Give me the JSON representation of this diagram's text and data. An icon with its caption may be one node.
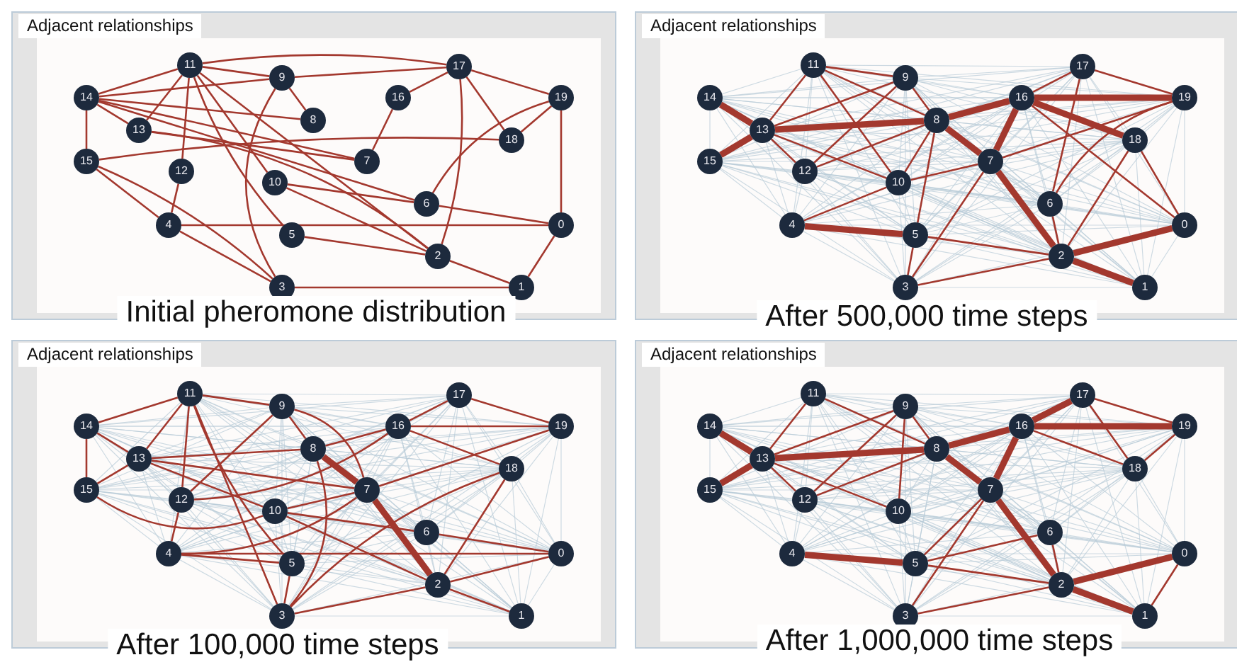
{
  "diagram": {
    "nodes": [
      {
        "text": [
          "Adjacent relationships"
        ],
        "beside": [
          "Initial pheromone distribution"
        ]
      },
      {
        "text": [
          "0"
        ],
        "in": 0
      },
      {
        "text": [
          "1"
        ],
        "in": 0
      },
      {
        "text": [
          "2"
        ],
        "in": 0
      },
      {
        "text": [
          "3"
        ],
        "in": 0
      },
      {
        "text": [
          "4"
        ],
        "in": 0
      },
      {
        "text": [
          "5"
        ],
        "in": 0
      },
      {
        "text": [
          "6"
        ],
        "in": 0
      },
      {
        "text": [
          "7"
        ],
        "in": 0
      },
      {
        "text": [
          "8"
        ],
        "in": 0
      },
      {
        "text": [
          "9"
        ],
        "in": 0
      },
      {
        "text": [
          "10"
        ],
        "in": 0
      },
      {
        "text": [
          "11"
        ],
        "in": 0
      },
      {
        "text": [
          "12"
        ],
        "in": 0
      },
      {
        "text": [
          "13"
        ],
        "in": 0
      },
      {
        "text": [
          "14"
        ],
        "in": 0
      },
      {
        "text": [
          "15"
        ],
        "in": 0
      },
      {
        "text": [
          "16"
        ],
        "in": 0
      },
      {
        "text": [
          "17"
        ],
        "in": 0
      },
      {
        "text": [
          "18"
        ],
        "in": 0
      },
      {
        "text": [
          "19"
        ],
        "in": 0
      },
      {
        "text": [
          "Adjacent relationships"
        ],
        "beside": [
          "After 500,000 time steps"
        ]
      },
      {
        "text": [
          "0"
        ],
        "in": 21
      },
      {
        "text": [
          "1"
        ],
        "in": 21
      },
      {
        "text": [
          "2"
        ],
        "in": 21
      },
      {
        "text": [
          "3"
        ],
        "in": 21
      },
      {
        "text": [
          "4"
        ],
        "in": 21
      },
      {
        "text": [
          "5"
        ],
        "in": 21
      },
      {
        "text": [
          "6"
        ],
        "in": 21
      },
      {
        "text": [
          "7"
        ],
        "in": 21
      },
      {
        "text": [
          "8"
        ],
        "in": 21
      },
      {
        "text": [
          "9"
        ],
        "in": 21
      },
      {
        "text": [
          "10"
        ],
        "in": 21
      },
      {
        "text": [
          "11"
        ],
        "in": 21
      },
      {
        "text": [
          "12"
        ],
        "in": 21
      },
      {
        "text": [
          "13"
        ],
        "in": 21
      },
      {
        "text": [
          "14"
        ],
        "in": 21
      },
      {
        "text": [
          "15"
        ],
        "in": 21
      },
      {
        "text": [
          "16"
        ],
        "in": 21
      },
      {
        "text": [
          "17"
        ],
        "in": 21
      },
      {
        "text": [
          "18"
        ],
        "in": 21
      },
      {
        "text": [
          "19"
        ],
        "in": 21
      },
      {
        "text": [
          "Adjacent relationships"
        ],
        "beside": [
          "After 100,000 time steps"
        ]
      },
      {
        "text": [
          "0"
        ],
        "in": 42
      },
      {
        "text": [
          "1"
        ],
        "in": 42
      },
      {
        "text": [
          "2"
        ],
        "in": 42
      },
      {
        "text": [
          "3"
        ],
        "in": 42
      },
      {
        "text": [
          "4"
        ],
        "in": 42
      },
      {
        "text": [
          "5"
        ],
        "in": 42
      },
      {
        "text": [
          "6"
        ],
        "in": 42
      },
      {
        "text": [
          "7"
        ],
        "in": 42
      },
      {
        "text": [
          "8"
        ],
        "in": 42
      },
      {
        "text": [
          "9"
        ],
        "in": 42
      },
      {
        "text": [
          "10"
        ],
        "in": 42
      },
      {
        "text": [
          "11"
        ],
        "in": 42
      },
      {
        "text": [
          "12"
        ],
        "in": 42
      },
      {
        "text": [
          "13"
        ],
        "in": 42
      },
      {
        "text": [
          "14"
        ],
        "in": 42
      },
      {
        "text": [
          "15"
        ],
        "in": 42
      },
      {
        "text": [
          "16"
        ],
        "in": 42
      },
      {
        "text": [
          "17"
        ],
        "in": 42
      },
      {
        "text": [
          "18"
        ],
        "in": 42
      },
      {
        "text": [
          "19"
        ],
        "in": 42
      },
      {
        "text": [
          "Adjacent relationships"
        ],
        "beside": [
          "After 1,000,000 time steps"
        ]
      },
      {
        "text": [
          "0"
        ],
        "in": 63
      },
      {
        "text": [
          "1"
        ],
        "in": 63
      },
      {
        "text": [
          "2"
        ],
        "in": 63
      },
      {
        "text": [
          "3"
        ],
        "in": 63
      },
      {
        "text": [
          "4"
        ],
        "in": 63
      },
      {
        "text": [
          "5"
        ],
        "in": 63
      },
      {
        "text": [
          "6"
        ],
        "in": 63
      },
      {
        "text": [
          "7"
        ],
        "in": 63
      },
      {
        "text": [
          "8"
        ],
        "in": 63
      },
      {
        "text": [
          "9"
        ],
        "in": 63
      },
      {
        "text": [
          "10"
        ],
        "in": 63
      },
      {
        "text": [
          "11"
        ],
        "in": 63
      },
      {
        "text": [
          "12"
        ],
        "in": 63
      },
      {
        "text": [
          "13"
        ],
        "in": 63
      },
      {
        "text": [
          "14"
        ],
        "in": 63
      },
      {
        "text": [
          "15"
        ],
        "in": 63
      },
      {
        "text": [
          "16"
        ],
        "in": 63
      },
      {
        "text": [
          "17"
        ],
        "in": 63
      },
      {
        "text": [
          "18"
        ],
        "in": 63
      },
      {
        "text": [
          "19"
        ],
        "in": 63
      }
    ],
    "edges": [
      {
        "from": 15,
        "to": 12,
        "arrow": "none"
      },
      {
        "from": 15,
        "to": 10,
        "arrow": "none"
      },
      {
        "from": 15,
        "to": 14,
        "arrow": "none"
      },
      {
        "from": 15,
        "to": 16,
        "arrow": "none"
      },
      {
        "from": 15,
        "to": 9,
        "arrow": "none"
      },
      {
        "from": 15,
        "to": 8,
        "arrow": "none"
      },
      {
        "from": 15,
        "to": 7,
        "arrow": "none"
      },
      {
        "from": 12,
        "to": 10,
        "arrow": "none"
      },
      {
        "from": 12,
        "to": 18,
        "arrow": "none"
      },
      {
        "from": 12,
        "to": 14,
        "arrow": "none"
      },
      {
        "from": 12,
        "to": 13,
        "arrow": "none"
      },
      {
        "from": 12,
        "to": 11,
        "arrow": "none"
      },
      {
        "from": 12,
        "to": 3,
        "arrow": "none"
      },
      {
        "from": 12,
        "to": 6,
        "arrow": "none"
      },
      {
        "from": 10,
        "to": 18,
        "arrow": "none"
      },
      {
        "from": 10,
        "to": 9,
        "arrow": "none"
      },
      {
        "from": 10,
        "to": 4,
        "arrow": "none"
      },
      {
        "from": 18,
        "to": 20,
        "arrow": "none"
      },
      {
        "from": 18,
        "to": 17,
        "arrow": "none"
      },
      {
        "from": 18,
        "to": 19,
        "arrow": "none"
      },
      {
        "from": 18,
        "to": 3,
        "arrow": "none"
      },
      {
        "from": 20,
        "to": 19,
        "arrow": "none"
      },
      {
        "from": 20,
        "to": 1,
        "arrow": "none"
      },
      {
        "from": 20,
        "to": 7,
        "arrow": "none"
      },
      {
        "from": 14,
        "to": 3,
        "arrow": "none"
      },
      {
        "from": 14,
        "to": 8,
        "arrow": "none"
      },
      {
        "from": 16,
        "to": 5,
        "arrow": "none"
      },
      {
        "from": 16,
        "to": 4,
        "arrow": "none"
      },
      {
        "from": 16,
        "to": 19,
        "arrow": "none"
      },
      {
        "from": 13,
        "to": 5,
        "arrow": "none"
      },
      {
        "from": 11,
        "to": 3,
        "arrow": "none"
      },
      {
        "from": 11,
        "to": 7,
        "arrow": "none"
      },
      {
        "from": 5,
        "to": 4,
        "arrow": "none"
      },
      {
        "from": 5,
        "to": 1,
        "arrow": "none"
      },
      {
        "from": 4,
        "to": 2,
        "arrow": "none"
      },
      {
        "from": 1,
        "to": 2,
        "arrow": "none"
      },
      {
        "from": 3,
        "to": 2,
        "arrow": "none"
      },
      {
        "from": 7,
        "to": 1,
        "arrow": "none"
      },
      {
        "from": 6,
        "to": 3,
        "arrow": "none"
      },
      {
        "from": 17,
        "to": 8,
        "arrow": "none"
      },
      {
        "from": 36,
        "to": 35,
        "arrow": "none",
        "style": "thick"
      },
      {
        "from": 35,
        "to": 37,
        "arrow": "none",
        "style": "thick"
      },
      {
        "from": 35,
        "to": 30,
        "arrow": "none",
        "style": "thick"
      },
      {
        "from": 26,
        "to": 27,
        "arrow": "none",
        "style": "thick"
      },
      {
        "from": 30,
        "to": 38,
        "arrow": "none",
        "style": "thick"
      },
      {
        "from": 30,
        "to": 29,
        "arrow": "none",
        "style": "thick"
      },
      {
        "from": 29,
        "to": 24,
        "arrow": "none",
        "style": "thick"
      },
      {
        "from": 24,
        "to": 22,
        "arrow": "none",
        "style": "thick"
      },
      {
        "from": 24,
        "to": 23,
        "arrow": "none",
        "style": "thick"
      },
      {
        "from": 38,
        "to": 41,
        "arrow": "none",
        "style": "thick"
      },
      {
        "from": 38,
        "to": 40,
        "arrow": "none",
        "style": "thick"
      },
      {
        "from": 38,
        "to": 29,
        "arrow": "none",
        "style": "thick"
      },
      {
        "from": 33,
        "to": 35,
        "arrow": "none"
      },
      {
        "from": 33,
        "to": 31,
        "arrow": "none"
      },
      {
        "from": 33,
        "to": 30,
        "arrow": "none"
      },
      {
        "from": 33,
        "to": 32,
        "arrow": "none"
      },
      {
        "from": 31,
        "to": 30,
        "arrow": "none"
      },
      {
        "from": 31,
        "to": 35,
        "arrow": "none"
      },
      {
        "from": 31,
        "to": 34,
        "arrow": "none"
      },
      {
        "from": 30,
        "to": 34,
        "arrow": "none"
      },
      {
        "from": 30,
        "to": 32,
        "arrow": "none"
      },
      {
        "from": 30,
        "to": 27,
        "arrow": "none"
      },
      {
        "from": 32,
        "to": 35,
        "arrow": "none"
      },
      {
        "from": 32,
        "to": 29,
        "arrow": "none"
      },
      {
        "from": 32,
        "to": 26,
        "arrow": "none"
      },
      {
        "from": 29,
        "to": 25,
        "arrow": "none"
      },
      {
        "from": 29,
        "to": 41,
        "arrow": "none"
      },
      {
        "from": 27,
        "to": 25,
        "arrow": "none"
      },
      {
        "from": 27,
        "to": 24,
        "arrow": "none"
      },
      {
        "from": 25,
        "to": 24,
        "arrow": "none"
      },
      {
        "from": 28,
        "to": 24,
        "arrow": "none"
      },
      {
        "from": 28,
        "to": 41,
        "arrow": "none"
      },
      {
        "from": 39,
        "to": 38,
        "arrow": "none"
      },
      {
        "from": 39,
        "to": 41,
        "arrow": "none"
      },
      {
        "from": 39,
        "to": 28,
        "arrow": "none"
      },
      {
        "from": 38,
        "to": 22,
        "arrow": "none"
      },
      {
        "from": 40,
        "to": 22,
        "arrow": "none"
      },
      {
        "from": 40,
        "to": 24,
        "arrow": "none"
      },
      {
        "from": 34,
        "to": 35,
        "arrow": "none"
      },
      {
        "from": 51,
        "to": 50,
        "arrow": "none",
        "style": "thick"
      },
      {
        "from": 50,
        "to": 45,
        "arrow": "none",
        "style": "thick"
      },
      {
        "from": 57,
        "to": 56,
        "arrow": "none"
      },
      {
        "from": 57,
        "to": 58,
        "arrow": "none"
      },
      {
        "from": 57,
        "to": 54,
        "arrow": "none"
      },
      {
        "from": 56,
        "to": 58,
        "arrow": "none"
      },
      {
        "from": 56,
        "to": 51,
        "arrow": "none"
      },
      {
        "from": 56,
        "to": 50,
        "arrow": "none"
      },
      {
        "from": 54,
        "to": 52,
        "arrow": "none"
      },
      {
        "from": 54,
        "to": 56,
        "arrow": "none"
      },
      {
        "from": 54,
        "to": 55,
        "arrow": "none"
      },
      {
        "from": 54,
        "to": 48,
        "arrow": "none"
      },
      {
        "from": 54,
        "to": 46,
        "arrow": "none"
      },
      {
        "from": 52,
        "to": 51,
        "arrow": "none"
      },
      {
        "from": 52,
        "to": 50,
        "arrow": "none"
      },
      {
        "from": 52,
        "to": 55,
        "arrow": "none"
      },
      {
        "from": 51,
        "to": 59,
        "arrow": "none"
      },
      {
        "from": 51,
        "to": 46,
        "arrow": "none"
      },
      {
        "from": 50,
        "to": 62,
        "arrow": "none"
      },
      {
        "from": 50,
        "to": 53,
        "arrow": "none"
      },
      {
        "from": 53,
        "to": 56,
        "arrow": "none"
      },
      {
        "from": 53,
        "to": 45,
        "arrow": "none"
      },
      {
        "from": 53,
        "to": 49,
        "arrow": "none"
      },
      {
        "from": 47,
        "to": 48,
        "arrow": "none"
      },
      {
        "from": 47,
        "to": 55,
        "arrow": "none"
      },
      {
        "from": 47,
        "to": 50,
        "arrow": "none"
      },
      {
        "from": 47,
        "to": 43,
        "arrow": "none"
      },
      {
        "from": 46,
        "to": 45,
        "arrow": "none"
      },
      {
        "from": 46,
        "to": 48,
        "arrow": "none"
      },
      {
        "from": 46,
        "to": 61,
        "arrow": "none"
      },
      {
        "from": 45,
        "to": 43,
        "arrow": "none"
      },
      {
        "from": 45,
        "to": 44,
        "arrow": "none"
      },
      {
        "from": 45,
        "to": 61,
        "arrow": "none"
      },
      {
        "from": 59,
        "to": 62,
        "arrow": "none"
      },
      {
        "from": 59,
        "to": 61,
        "arrow": "none"
      },
      {
        "from": 60,
        "to": 62,
        "arrow": "none"
      },
      {
        "from": 60,
        "to": 59,
        "arrow": "none"
      },
      {
        "from": 49,
        "to": 43,
        "arrow": "none"
      },
      {
        "from": 55,
        "to": 59,
        "arrow": "none"
      },
      {
        "from": 58,
        "to": 53,
        "arrow": "none"
      },
      {
        "from": 78,
        "to": 77,
        "arrow": "none",
        "style": "thick"
      },
      {
        "from": 77,
        "to": 79,
        "arrow": "none",
        "style": "thick"
      },
      {
        "from": 77,
        "to": 72,
        "arrow": "none",
        "style": "thick"
      },
      {
        "from": 72,
        "to": 80,
        "arrow": "none",
        "style": "thick"
      },
      {
        "from": 80,
        "to": 81,
        "arrow": "none",
        "style": "thick"
      },
      {
        "from": 80,
        "to": 83,
        "arrow": "none",
        "style": "thick"
      },
      {
        "from": 72,
        "to": 71,
        "arrow": "none",
        "style": "thick"
      },
      {
        "from": 71,
        "to": 66,
        "arrow": "none",
        "style": "thick"
      },
      {
        "from": 68,
        "to": 69,
        "arrow": "none",
        "style": "thick"
      },
      {
        "from": 66,
        "to": 64,
        "arrow": "none",
        "style": "thick"
      },
      {
        "from": 66,
        "to": 65,
        "arrow": "none",
        "style": "thick"
      },
      {
        "from": 80,
        "to": 71,
        "arrow": "none",
        "style": "thick"
      },
      {
        "from": 75,
        "to": 77,
        "arrow": "none"
      },
      {
        "from": 75,
        "to": 72,
        "arrow": "none"
      },
      {
        "from": 73,
        "to": 77,
        "arrow": "none"
      },
      {
        "from": 73,
        "to": 76,
        "arrow": "none"
      },
      {
        "from": 73,
        "to": 74,
        "arrow": "none"
      },
      {
        "from": 73,
        "to": 72,
        "arrow": "none"
      },
      {
        "from": 72,
        "to": 76,
        "arrow": "none"
      },
      {
        "from": 77,
        "to": 76,
        "arrow": "none"
      },
      {
        "from": 77,
        "to": 74,
        "arrow": "none"
      },
      {
        "from": 81,
        "to": 83,
        "arrow": "none"
      },
      {
        "from": 81,
        "to": 82,
        "arrow": "none"
      },
      {
        "from": 80,
        "to": 82,
        "arrow": "none"
      },
      {
        "from": 82,
        "to": 83,
        "arrow": "none"
      },
      {
        "from": 71,
        "to": 69,
        "arrow": "none"
      },
      {
        "from": 71,
        "to": 67,
        "arrow": "none"
      },
      {
        "from": 70,
        "to": 69,
        "arrow": "none"
      },
      {
        "from": 70,
        "to": 66,
        "arrow": "none"
      },
      {
        "from": 69,
        "to": 66,
        "arrow": "none"
      },
      {
        "from": 67,
        "to": 66,
        "arrow": "none"
      },
      {
        "from": 64,
        "to": 65,
        "arrow": "none"
      }
    ]
  }
}
